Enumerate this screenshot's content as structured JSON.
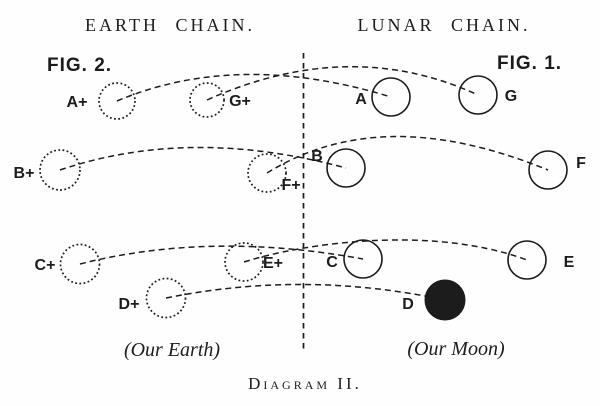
{
  "earth_chain": {
    "heading": "EARTH CHAIN.",
    "fig_label": "FIG. 2.",
    "caption": "(Our Earth)",
    "globes": [
      {
        "letter": "A",
        "label": "A+",
        "texture": "dotted-outline-plain"
      },
      {
        "letter": "G",
        "label": "G+",
        "texture": "dotted-outline-plain"
      },
      {
        "letter": "B",
        "label": "B+",
        "texture": "dotted-outline-dashed-lines"
      },
      {
        "letter": "F",
        "label": "F+",
        "texture": "dotted-outline-dashed-lines"
      },
      {
        "letter": "C",
        "label": "C+",
        "texture": "dotted-outline-basket-weave"
      },
      {
        "letter": "E",
        "label": "E+",
        "texture": "dotted-outline-basket-weave"
      },
      {
        "letter": "D",
        "label": "D+",
        "texture": "dotted-outline-dark-speckle"
      }
    ]
  },
  "lunar_chain": {
    "heading": "LUNAR CHAIN.",
    "fig_label": "FIG. 1.",
    "caption": "(Our Moon)",
    "globes": [
      {
        "letter": "A",
        "label": "A",
        "texture": "solid-outline-plain"
      },
      {
        "letter": "G",
        "label": "G",
        "texture": "solid-outline-plain"
      },
      {
        "letter": "B",
        "label": "B",
        "texture": "solid-outline-horizontal-lines"
      },
      {
        "letter": "F",
        "label": "F",
        "texture": "solid-outline-horizontal-lines"
      },
      {
        "letter": "C",
        "label": "C",
        "texture": "solid-outline-grid"
      },
      {
        "letter": "E",
        "label": "E",
        "texture": "solid-outline-grid"
      },
      {
        "letter": "D",
        "label": "D",
        "texture": "solid-black"
      }
    ]
  },
  "footer_label": "Diagram II.",
  "colors": {
    "ink": "#1c1c1c",
    "paper": "#fefefe"
  }
}
